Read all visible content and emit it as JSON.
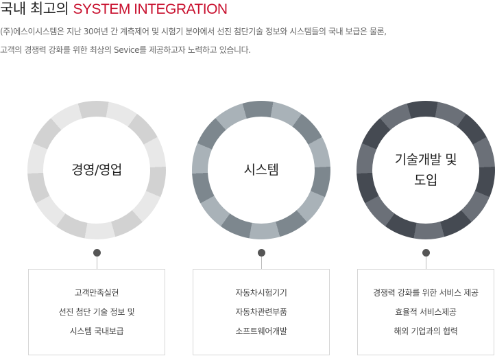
{
  "header": {
    "title_prefix": "국내 최고의",
    "title_accent": "SYSTEM INTEGRATION",
    "desc_line1": "(주)에스이시스템은 지난 30여년 간 계측제어 및 시험기 분야에서 선진 첨단기술 정보와 시스템들의 국내 보급은 물론,",
    "desc_line2": "고객의 경쟁력 강화를 위한 최상의 Sevice를 제공하고자 노력하고 있습니다."
  },
  "colors": {
    "accent": "#c8102e",
    "ring1_light": "#e8e8e8",
    "ring1_dark": "#d2d2d2",
    "ring2_light": "#a9b2b8",
    "ring2_dark": "#7d878e",
    "ring3_light": "#6b7078",
    "ring3_dark": "#454a52"
  },
  "cards": [
    {
      "title": "경영/영업",
      "items": [
        "고객만족실현",
        "선진 첨단 기술 정보 및",
        "시스템 국내보급"
      ]
    },
    {
      "title": "시스템",
      "items": [
        "자동차시험기기",
        "자동차관련부품",
        "소프트웨어개발"
      ]
    },
    {
      "title": "기술개발 및\n도입",
      "items": [
        "경쟁력 강화를 위한 서비스 제공",
        "효율적 서비스제공",
        "해외 기업과의 협력"
      ]
    }
  ]
}
